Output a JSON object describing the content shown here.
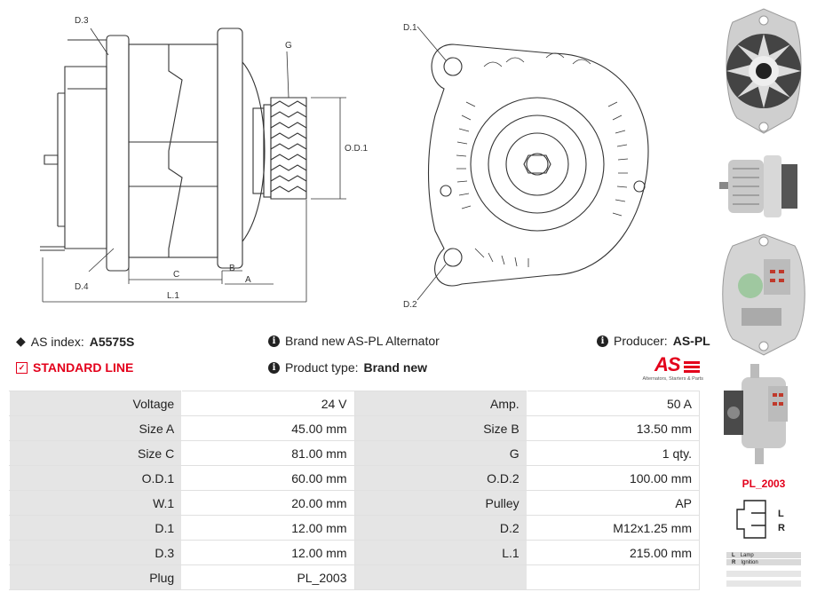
{
  "drawing_labels": {
    "d3": "D.3",
    "g": "G",
    "od1": "O.D.1",
    "d4": "D.4",
    "c": "C",
    "b": "B",
    "a": "A",
    "l1": "L.1",
    "d1": "D.1",
    "d2": "D.2"
  },
  "info": {
    "as_index_label": "AS index:",
    "as_index_value": "A5575S",
    "brand_text": "Brand new AS-PL Alternator",
    "producer_label": "Producer:",
    "producer_value": "AS-PL",
    "line_label": "STANDARD LINE",
    "product_type_label": "Product type:",
    "product_type_value": "Brand new"
  },
  "logo": {
    "mark": "AS",
    "tagline": "Alternators, Starters & Parts"
  },
  "specs": [
    {
      "k1": "Voltage",
      "v1": "24 V",
      "k2": "Amp.",
      "v2": "50 A"
    },
    {
      "k1": "Size A",
      "v1": "45.00 mm",
      "k2": "Size B",
      "v2": "13.50 mm"
    },
    {
      "k1": "Size C",
      "v1": "81.00 mm",
      "k2": "G",
      "v2": "1 qty."
    },
    {
      "k1": "O.D.1",
      "v1": "60.00 mm",
      "k2": "O.D.2",
      "v2": "100.00 mm"
    },
    {
      "k1": "W.1",
      "v1": "20.00 mm",
      "k2": "Pulley",
      "v2": "AP"
    },
    {
      "k1": "D.1",
      "v1": "12.00 mm",
      "k2": "D.2",
      "v2": "M12x1.25 mm"
    },
    {
      "k1": "D.3",
      "v1": "12.00 mm",
      "k2": "L.1",
      "v2": "215.00 mm"
    },
    {
      "k1": "Plug",
      "v1": "PL_2003",
      "k2": "",
      "v2": ""
    }
  ],
  "plug": {
    "title": "PL_2003",
    "terminal_l": "L",
    "terminal_r": "R",
    "legend": [
      {
        "code": "L",
        "desc": "Lamp"
      },
      {
        "code": "R",
        "desc": "Ignition"
      }
    ]
  },
  "colors": {
    "accent": "#e3001b",
    "key_bg": "#e5e5e5"
  }
}
